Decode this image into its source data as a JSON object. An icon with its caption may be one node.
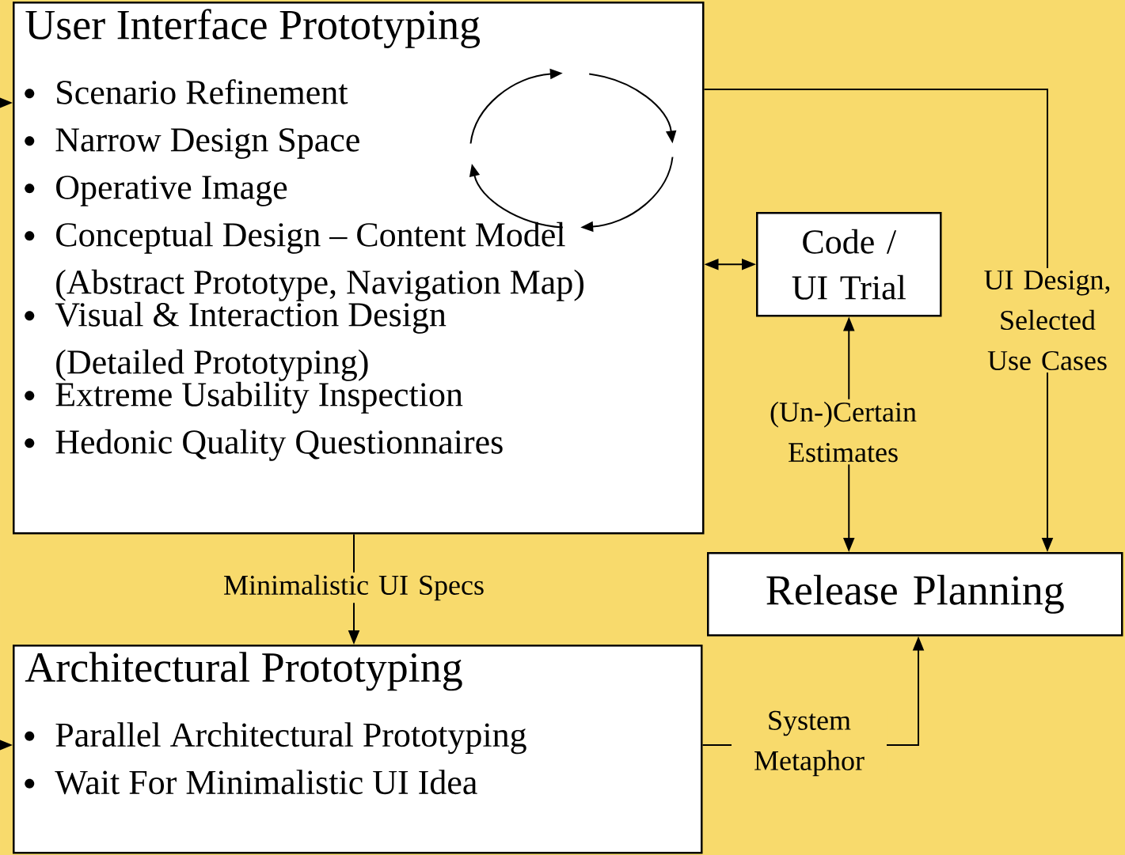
{
  "diagram": {
    "nodes": [
      {
        "text": [
          "User Interface Prototyping",
          "Scenario Refinement",
          "Narrow Design Space",
          "Operative Image",
          "Conceptual Design – Content Model (Abstract Prototype, Navigation Map)",
          "Visual & Interaction Design (Detailed Prototyping)",
          "Extreme Usability Inspection",
          "Hedonic Quality Questionnaires"
        ]
      },
      {
        "text": [
          "Code / UI Trial"
        ]
      },
      {
        "text": [
          "Release Planning"
        ]
      },
      {
        "text": [
          "Architectural Prototyping",
          "Parallel Architectural Prototyping",
          "Wait For Minimalistic UI Idea"
        ]
      }
    ],
    "edges": [
      {
        "from": 0,
        "to": 1,
        "arrow": "both"
      },
      {
        "from": 0,
        "to": 2,
        "arrow": "to",
        "label": "UI Design, Selected Use Cases"
      },
      {
        "from": 1,
        "to": 2,
        "arrow": "both",
        "label": "(Un-)Certain Estimates"
      },
      {
        "from": 0,
        "to": 3,
        "arrow": "to",
        "label": "Minimalistic UI Specs"
      },
      {
        "from": 3,
        "to": 2,
        "arrow": "to",
        "label": "System Metaphor"
      },
      {
        "from": null,
        "to": 0,
        "arrow": "to"
      },
      {
        "from": null,
        "to": 3,
        "arrow": "to"
      }
    ]
  }
}
